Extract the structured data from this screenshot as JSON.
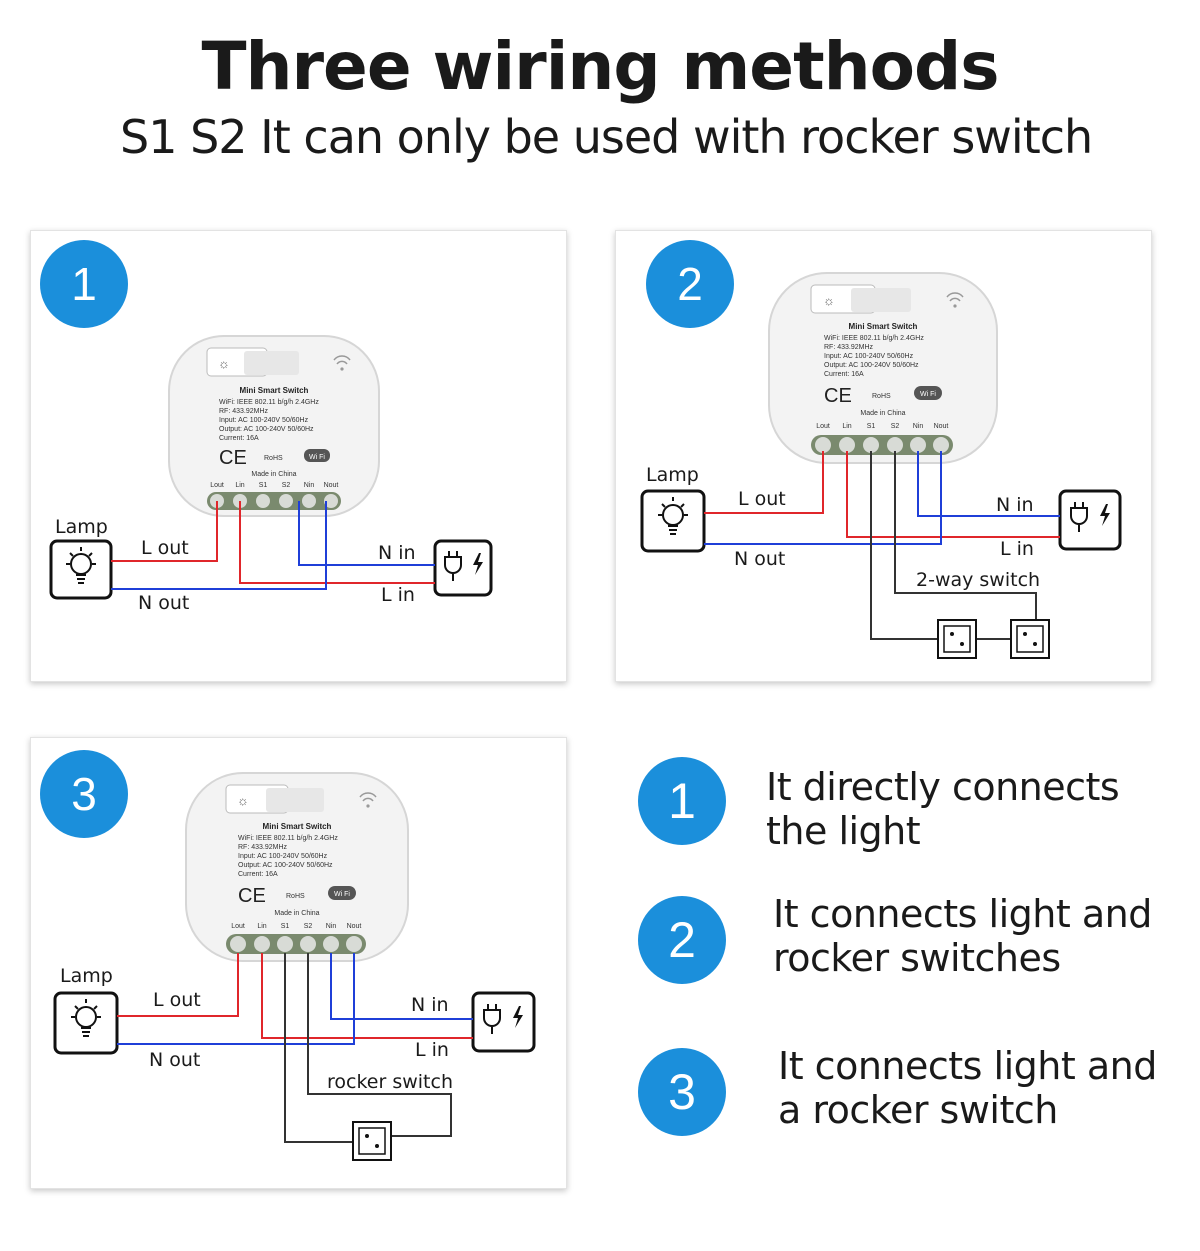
{
  "header": {
    "title": "Three  wiring methods",
    "subtitle": "S1 S2 It can only  be used with rocker switch"
  },
  "device": {
    "name": "Mini Smart Switch",
    "specs": [
      "WiFi: IEEE 802.11 b/g/h  2.4GHz",
      "RF: 433.92MHz",
      "Input:  AC 100-240V  50/60Hz",
      "Output:  AC 100-240V  50/60Hz",
      "Current:  16A"
    ],
    "ce": "CE",
    "rohs": "RoHS",
    "wifi_logo": "Wi Fi",
    "made_in": "Made in China",
    "terminals": [
      "Lout",
      "Lin",
      "S1",
      "S2",
      "Nin",
      "Nout"
    ]
  },
  "panels": [
    {
      "number": "1",
      "lamp": "Lamp",
      "l_out": "L out",
      "n_out": "N out",
      "n_in": "N in",
      "l_in": "L in"
    },
    {
      "number": "2",
      "lamp": "Lamp",
      "l_out": "L out",
      "n_out": "N out",
      "n_in": "N in",
      "l_in": "L in",
      "switch_label": "2-way switch"
    },
    {
      "number": "3",
      "lamp": "Lamp",
      "l_out": "L out",
      "n_out": "N out",
      "n_in": "N in",
      "l_in": "L in",
      "switch_label": "rocker switch"
    }
  ],
  "legend": [
    {
      "number": "1",
      "text": "It directly connects\nthe light"
    },
    {
      "number": "2",
      "text": "It connects light and\nrocker switches"
    },
    {
      "number": "3",
      "text": "It connects light and\na rocker switch"
    }
  ],
  "colors": {
    "badge": "#1b8fdb",
    "live_wire": "#e0262b",
    "neutral_wire": "#1f3fd8",
    "switch_wire": "#333333"
  },
  "icons": [
    "bulb-icon",
    "plug-icon",
    "wifi-icon",
    "rocker-switch-icon"
  ]
}
